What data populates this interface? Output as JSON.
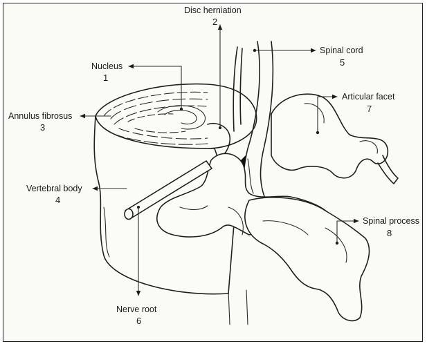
{
  "labels": [
    {
      "key": "nucleus",
      "name": "Nucleus",
      "num": "1"
    },
    {
      "key": "disc_herniation",
      "name": "Disc herniation",
      "num": "2"
    },
    {
      "key": "annulus_fibrosus",
      "name": "Annulus fibrosus",
      "num": "3"
    },
    {
      "key": "vertebral_body",
      "name": "Vertebral body",
      "num": "4"
    },
    {
      "key": "spinal_cord",
      "name": "Spinal cord",
      "num": "5"
    },
    {
      "key": "nerve_root",
      "name": "Nerve root",
      "num": "6"
    },
    {
      "key": "articular_facet",
      "name": "Articular facet",
      "num": "7"
    },
    {
      "key": "spinal_process",
      "name": "Spinal process",
      "num": "8"
    }
  ]
}
